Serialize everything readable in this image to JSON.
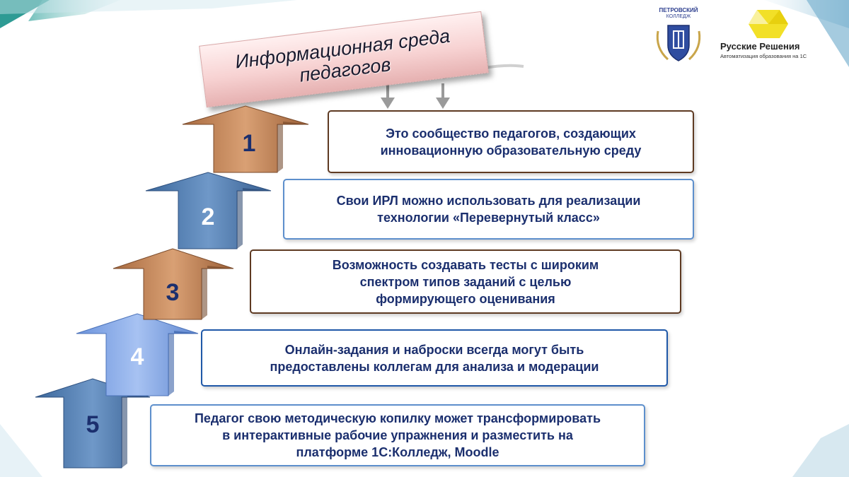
{
  "title": "Информационная среда\nпедагогов",
  "logos": {
    "petrovsky_top": "ПЕТРОВСКИЙ",
    "petrovsky_bottom": "КОЛЛЕДЖ",
    "rr_name": "Русские Решения",
    "rr_tagline": "Автоматизация образования на 1С"
  },
  "steps": [
    {
      "number": "1",
      "text": "Это сообщество педагогов, создающих\nинновационную образовательную среду"
    },
    {
      "number": "2",
      "text": "Свои ИРЛ можно использовать для реализации\nтехнологии «Перевернутый класс»"
    },
    {
      "number": "3",
      "text": "Возможность создавать тесты с широким\nспектром типов заданий с целью\nформирующего оценивания"
    },
    {
      "number": "4",
      "text": "Онлайн-задания и наброски всегда могут быть\nпредоставлены коллегам для анализа и модерации"
    },
    {
      "number": "5",
      "text": "Педагог свою методическую копилку может трансформировать\nв интерактивные рабочие упражнения и разместить на\nплатформе 1С:Колледж, Moodle"
    }
  ],
  "colors": {
    "brown": "#c98a5c",
    "steel_blue": "#4f7aae",
    "light_blue": "#7ea3e6",
    "text": "#1b2f6e"
  }
}
